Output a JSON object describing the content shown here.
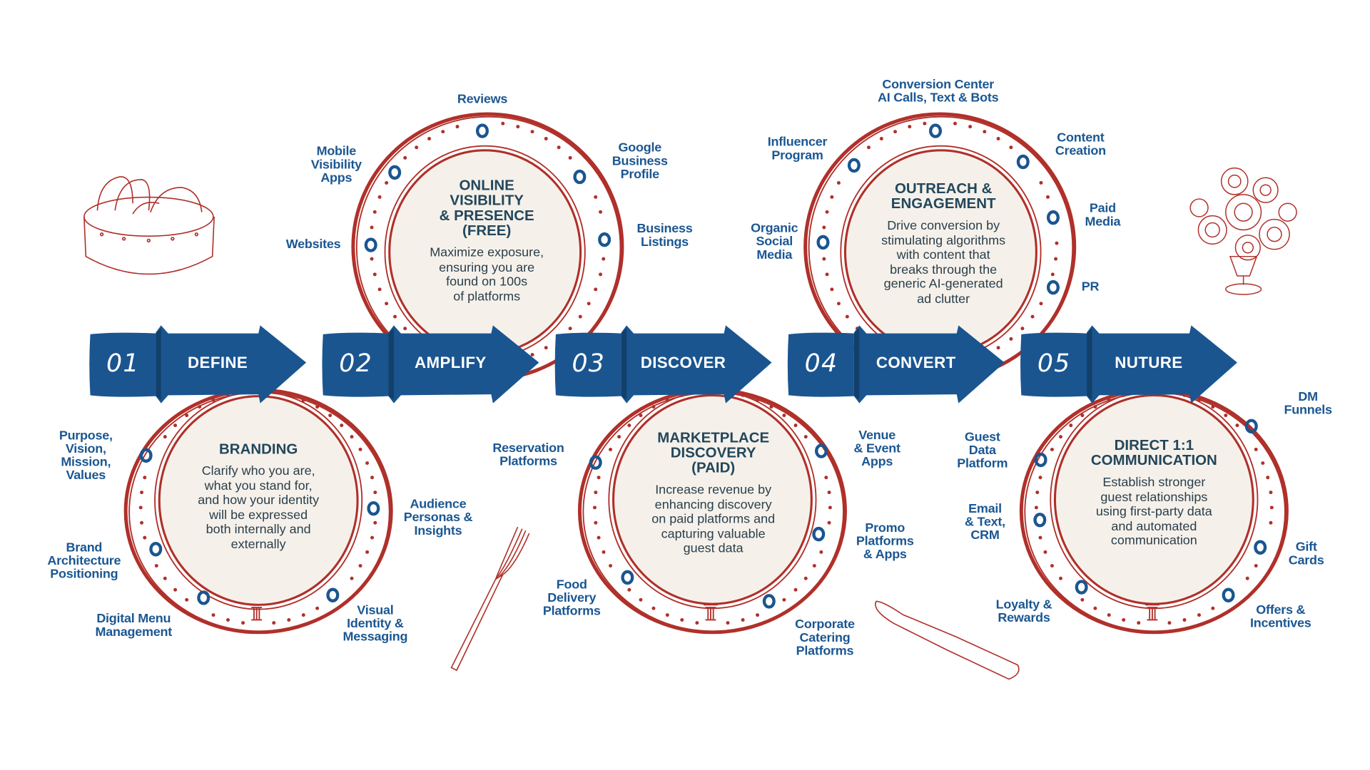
{
  "colors": {
    "blue": "#1a5590",
    "red": "#b0302a",
    "cream": "#f5f1ea",
    "ink": "#23475c"
  },
  "steps": [
    {
      "num": "01",
      "name": "DEFINE"
    },
    {
      "num": "02",
      "name": "AMPLIFY"
    },
    {
      "num": "03",
      "name": "DISCOVER"
    },
    {
      "num": "04",
      "name": "CONVERT"
    },
    {
      "num": "05",
      "name": "NUTURE"
    }
  ],
  "plates": [
    {
      "title": "BRANDING",
      "desc": "Clarify who you are,\nwhat you stand for,\nand how your identity\nwill be expressed\nboth internally and\nexternally"
    },
    {
      "title": "ONLINE\nVISIBILITY\n& PRESENCE\n(FREE)",
      "desc": "Maximize exposure,\nensuring you are\nfound on 100s\nof platforms"
    },
    {
      "title": "MARKETPLACE\nDISCOVERY\n(PAID)",
      "desc": "Increase revenue by\nenhancing discovery\non paid platforms and\ncapturing valuable\nguest data"
    },
    {
      "title": "OUTREACH &\nENGAGEMENT",
      "desc": "Drive conversion by\nstimulating algorithms\nwith content that\nbreaks through the\ngeneric AI-generated\nad clutter"
    },
    {
      "title": "DIRECT 1:1\nCOMMUNICATION",
      "desc": "Establish stronger\nguest relationships\nusing first-party data\nand automated\ncommunication"
    }
  ],
  "labels": {
    "define": [
      "Purpose,\nVision,\nMission,\nValues",
      "Brand\nArchitecture\nPositioning",
      "Digital Menu\nManagement",
      "Audience\nPersonas &\nInsights",
      "Visual\nIdentity &\nMessaging"
    ],
    "amplify": [
      "Reviews",
      "Mobile\nVisibility\nApps",
      "Google\nBusiness\nProfile",
      "Websites",
      "Business\nListings"
    ],
    "discover": [
      "Reservation\nPlatforms",
      "Food\nDelivery\nPlatforms",
      "Venue\n& Event\nApps",
      "Promo\nPlatforms\n& Apps",
      "Corporate\nCatering\nPlatforms"
    ],
    "convert": [
      "Conversion Center\nAI Calls, Text & Bots",
      "Influencer\nProgram",
      "Content\nCreation",
      "Organic\nSocial\nMedia",
      "Paid\nMedia",
      "PR"
    ],
    "nurture": [
      "Guest\nData\nPlatform",
      "Email\n& Text,\nCRM",
      "Loyalty &\nRewards",
      "DM\nFunnels",
      "Gift\nCards",
      "Offers &\nIncentives"
    ]
  },
  "icons": [
    "bread-basket-icon",
    "flower-vase-icon",
    "fork-icon",
    "knife-icon",
    "pillar-logo-icon"
  ]
}
